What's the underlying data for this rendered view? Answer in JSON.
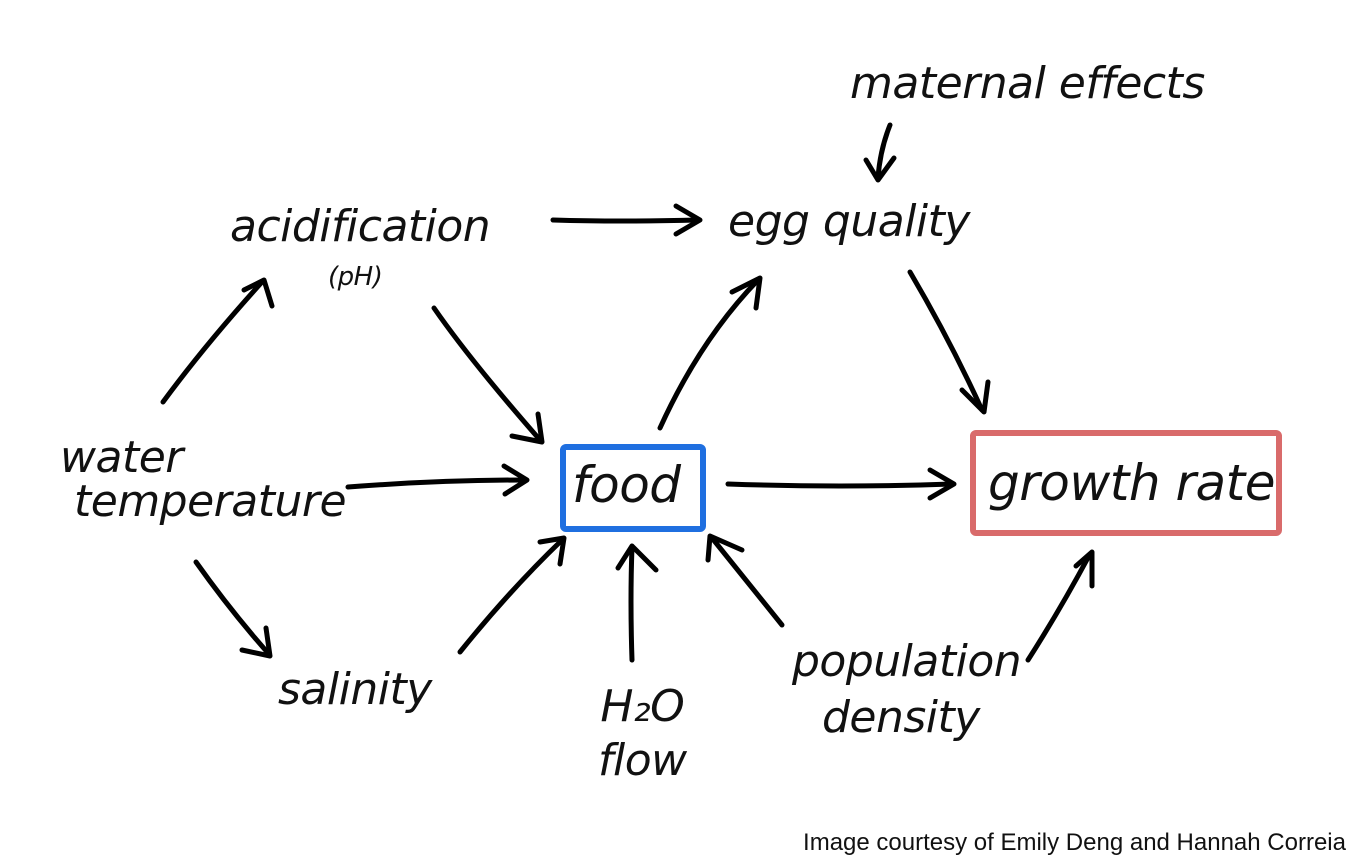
{
  "diagram": {
    "nodes": {
      "maternal_effects": "maternal effects",
      "acidification": "acidification",
      "acidification_sub": "(pH)",
      "egg_quality": "egg quality",
      "water_temperature_line1": "water",
      "water_temperature_line2": "temperature",
      "food": "food",
      "growth_rate": "growth rate",
      "salinity": "salinity",
      "h2o_flow_line1": "H₂O",
      "h2o_flow_line2": "flow",
      "population_density_line1": "population",
      "population_density_line2": "density"
    },
    "highlight_colors": {
      "food_box": "#1f6fe0",
      "growth_rate_box": "#d96b6b"
    },
    "edges": [
      {
        "from": "maternal effects",
        "to": "egg quality"
      },
      {
        "from": "acidification",
        "to": "egg quality"
      },
      {
        "from": "acidification",
        "to": "food"
      },
      {
        "from": "water temperature",
        "to": "acidification"
      },
      {
        "from": "water temperature",
        "to": "food"
      },
      {
        "from": "water temperature",
        "to": "salinity"
      },
      {
        "from": "food",
        "to": "egg quality"
      },
      {
        "from": "food",
        "to": "growth rate"
      },
      {
        "from": "egg quality",
        "to": "growth rate"
      },
      {
        "from": "salinity",
        "to": "food"
      },
      {
        "from": "H2O flow",
        "to": "food"
      },
      {
        "from": "population density",
        "to": "food"
      },
      {
        "from": "population density",
        "to": "growth rate"
      }
    ]
  },
  "credit": "Image courtesy of Emily Deng and Hannah Correia"
}
